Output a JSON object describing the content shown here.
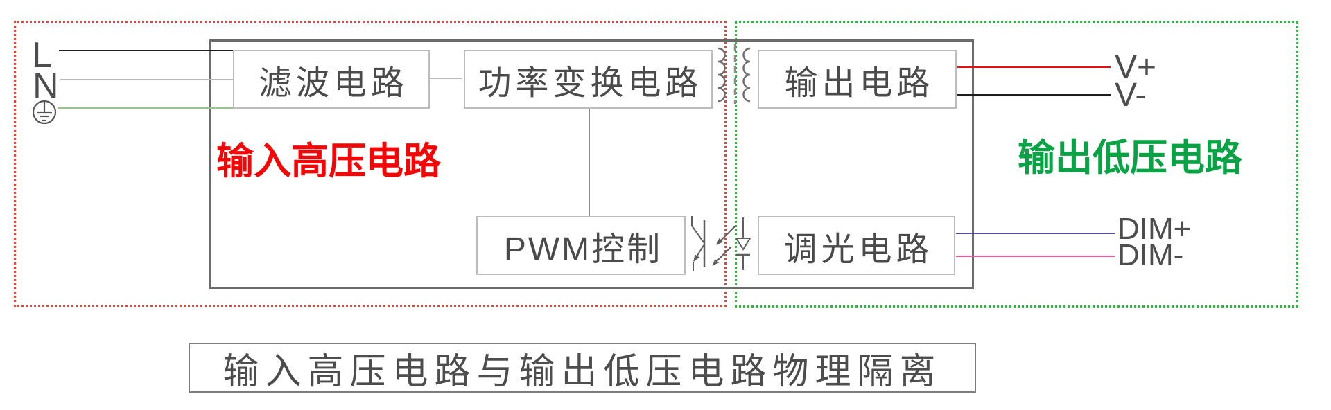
{
  "blocks": {
    "filter": {
      "label": "滤波电路"
    },
    "power_conversion": {
      "label": "功率变换电路"
    },
    "output_circuit": {
      "label": "输出电路"
    },
    "pwm_control": {
      "label": "PWM控制"
    },
    "dimming_circuit": {
      "label": "调光电路"
    }
  },
  "zones": {
    "input_high_voltage": {
      "label": "输入高压电路",
      "text_color": "#f40606",
      "border_color": "#ef4136"
    },
    "output_low_voltage": {
      "label": "输出低压电路",
      "text_color": "#09a345",
      "border_color": "#3dae49"
    }
  },
  "terminals": {
    "line": {
      "label": "L"
    },
    "neutral": {
      "label": "N"
    },
    "v_plus": {
      "label": "V+"
    },
    "v_minus": {
      "label": "V-"
    },
    "dim_plus": {
      "label": "DIM+"
    },
    "dim_minus": {
      "label": "DIM-"
    }
  },
  "wires": {
    "line_in": "#1f1f1f",
    "neutral_in": "#bababa",
    "earth_in": "#94c97a",
    "v_plus": "#e41212",
    "v_minus": "#1f1f1f",
    "dim_plus": "#5a4b9c",
    "dim_minus": "#f7509e"
  },
  "caption": {
    "label": "输入高压电路与输出低压电路物理隔离"
  }
}
